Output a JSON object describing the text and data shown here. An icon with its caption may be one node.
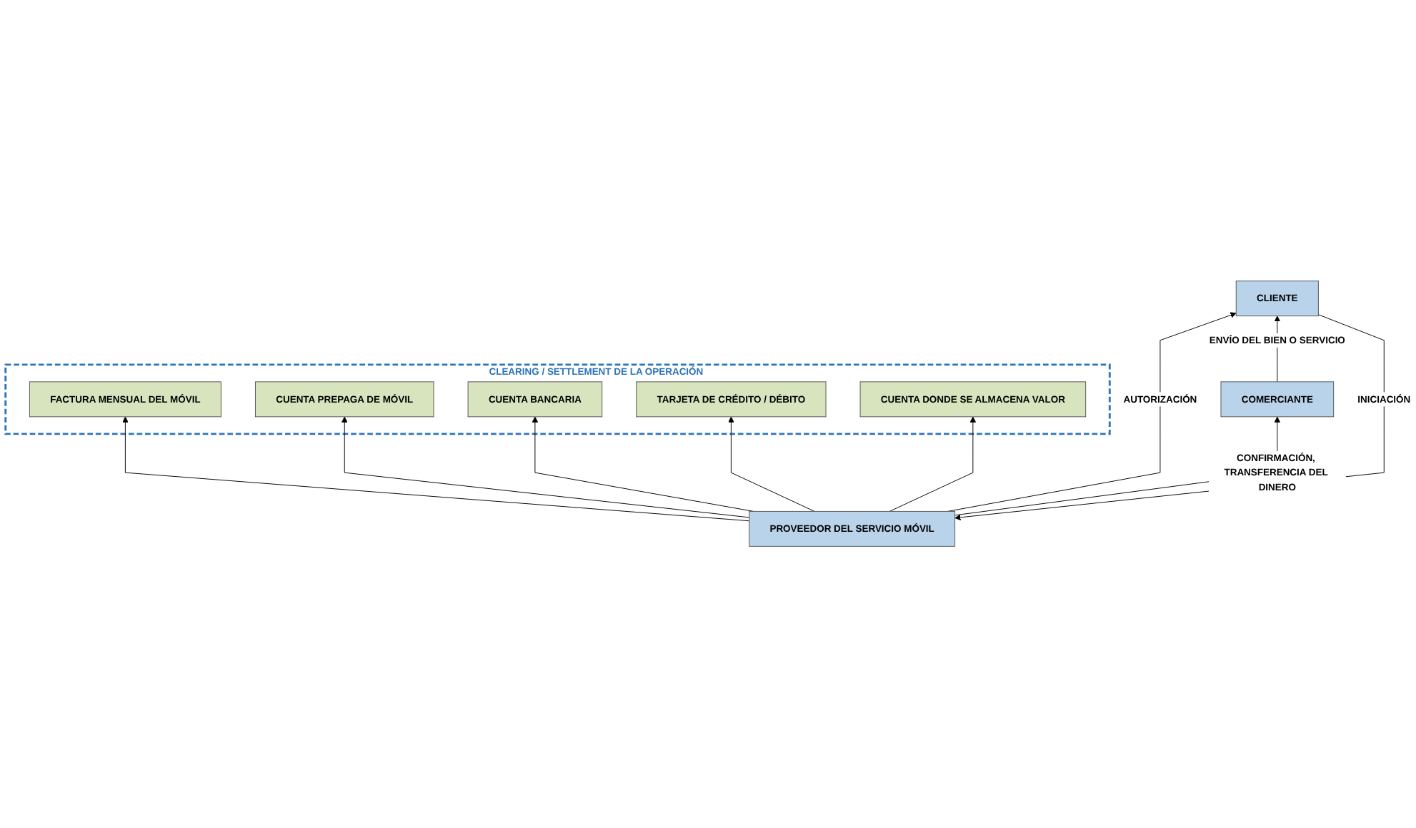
{
  "diagram": {
    "nodes": [
      {
        "text": [
          "CLEARING / SETTLEMENT DE LA OPERACIÓN"
        ]
      },
      {
        "text": [
          "FACTURA MENSUAL DEL MÓVIL"
        ],
        "in": 0
      },
      {
        "text": [
          "CUENTA PREPAGA DE MÓVIL"
        ],
        "in": 0
      },
      {
        "text": [
          "CUENTA BANCARIA"
        ],
        "in": 0
      },
      {
        "text": [
          "TARJETA DE CRÉDITO / DÉBITO"
        ],
        "in": 0
      },
      {
        "text": [
          "CUENTA DONDE SE ALMACENA VALOR"
        ],
        "in": 0
      },
      {
        "text": [
          "PROVEEDOR DEL SERVICIO MÓVIL"
        ]
      },
      {
        "text": [
          "CLIENTE"
        ]
      },
      {
        "text": [
          "COMERCIANTE"
        ]
      }
    ],
    "edges": [
      {
        "from": 6,
        "to": 1,
        "arrow": "to"
      },
      {
        "from": 6,
        "to": 2,
        "arrow": "to"
      },
      {
        "from": 6,
        "to": 3,
        "arrow": "to"
      },
      {
        "from": 6,
        "to": 4,
        "arrow": "to"
      },
      {
        "from": 6,
        "to": 5,
        "arrow": "to"
      },
      {
        "from": 7,
        "to": 6,
        "label": "INICIACIÓN",
        "arrow": "to"
      },
      {
        "from": 6,
        "to": 7,
        "label": "AUTORIZACIÓN",
        "arrow": "to"
      },
      {
        "from": 6,
        "to": 8,
        "label": "CONFIRMACIÓN, TRANSFERENCIA DEL DINERO",
        "arrow": "to"
      },
      {
        "from": 8,
        "to": 7,
        "label": "ENVÍO DEL BIEN O SERVICIO",
        "arrow": "to"
      }
    ]
  }
}
